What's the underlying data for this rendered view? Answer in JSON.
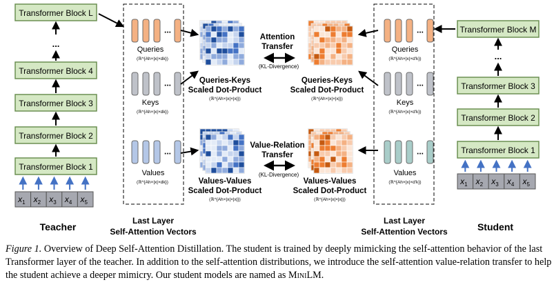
{
  "teacher": {
    "label": "Teacher",
    "blocks": [
      "Transformer Block 1",
      "Transformer Block 2",
      "Transformer Block 3",
      "Transformer Block 4",
      "Transformer Block L"
    ],
    "inputs": [
      "x1",
      "x2",
      "x3",
      "x4",
      "x5"
    ]
  },
  "student": {
    "label": "Student",
    "blocks": [
      "Transformer Block 1",
      "Transformer Block 2",
      "Transformer Block 3",
      "Transformer Block M"
    ],
    "inputs": [
      "x1",
      "x2",
      "x3",
      "x4",
      "x5"
    ]
  },
  "ellipsis": "...",
  "last_layer_label": [
    "Last Layer",
    "Self-Attention Vectors"
  ],
  "teacher_vectors": {
    "queries": {
      "label": "Queries",
      "dims": "(ℝ^{Ah×|x|×dk})"
    },
    "keys": {
      "label": "Keys",
      "dims": "(ℝ^{Ah×|x|×dk})"
    },
    "values": {
      "label": "Values",
      "dims": "(ℝ^{Ah×|x|×dk})"
    }
  },
  "student_vectors": {
    "queries": {
      "label": "Queries",
      "dims": "(ℝ^{Ah×|x|×d'k})"
    },
    "keys": {
      "label": "Keys",
      "dims": "(ℝ^{Ah×|x|×d'k})"
    },
    "values": {
      "label": "Values",
      "dims": "(ℝ^{Ah×|x|×d'k})"
    }
  },
  "qk_product": {
    "line1": "Queries-Keys",
    "line2": "Scaled Dot-Product",
    "dims": "(ℝ^{Ah×|x|×|x|})"
  },
  "vv_product": {
    "line1": "Values-Values",
    "line2": "Scaled Dot-Product",
    "dims": "(ℝ^{Ah×|x|×|x|})"
  },
  "attention_transfer": {
    "line1": "Attention",
    "line2": "Transfer",
    "loss": "(KL-Divergence)"
  },
  "value_relation_transfer": {
    "line1": "Value-Relation",
    "line2": "Transfer",
    "loss": "(KL-Divergence)"
  },
  "caption": {
    "figure_label": "Figure 1.",
    "text_before": " Overview of Deep Self-Attention Distillation. The student is trained by deeply mimicking the self-attention behavior of the last Transformer layer of the teacher. In addition to the self-attention distributions, we introduce the self-attention value-relation transfer to help the student achieve a deeper mimicry. Our student models are named as ",
    "model_name": "MiniLM",
    "text_after": "."
  },
  "colors": {
    "block_fill": "#d5e8c4",
    "block_stroke": "#6b8f52",
    "input_fill": "#a6a8b0",
    "arrow_blue": "#4472c4",
    "query_fill": "#f4b183",
    "key_fill": "#bfc2c9",
    "value_teacher_fill": "#b4c7e7",
    "value_student_fill": "#a9cdc9",
    "matrix_teacher": [
      "#1f4e9c",
      "#4472c4",
      "#8faadc",
      "#c5d4ee",
      "#e3ebf7"
    ],
    "matrix_student": [
      "#c55a11",
      "#ed7d31",
      "#f4b183",
      "#f8cbad",
      "#fbe5d6"
    ]
  }
}
